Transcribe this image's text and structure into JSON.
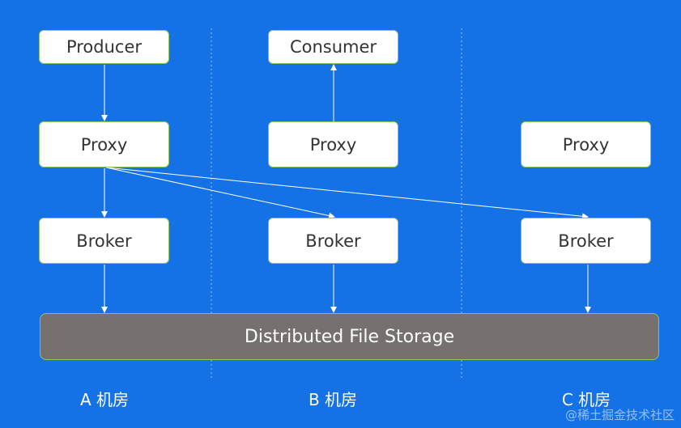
{
  "nodes": {
    "producer": "Producer",
    "consumer": "Consumer",
    "proxy_a": "Proxy",
    "proxy_b": "Proxy",
    "proxy_c": "Proxy",
    "broker_a": "Broker",
    "broker_b": "Broker",
    "broker_c": "Broker",
    "storage": "Distributed File Storage"
  },
  "rooms": {
    "a": "A 机房",
    "b": "B 机房",
    "c": "C 机房"
  },
  "watermark": "@稀土掘金技术社区",
  "colors": {
    "background": "#1471e6",
    "node_fill": "#ffffff",
    "node_border": "#8fc460",
    "storage_fill": "#76716f",
    "arrow": "#ffffff"
  }
}
